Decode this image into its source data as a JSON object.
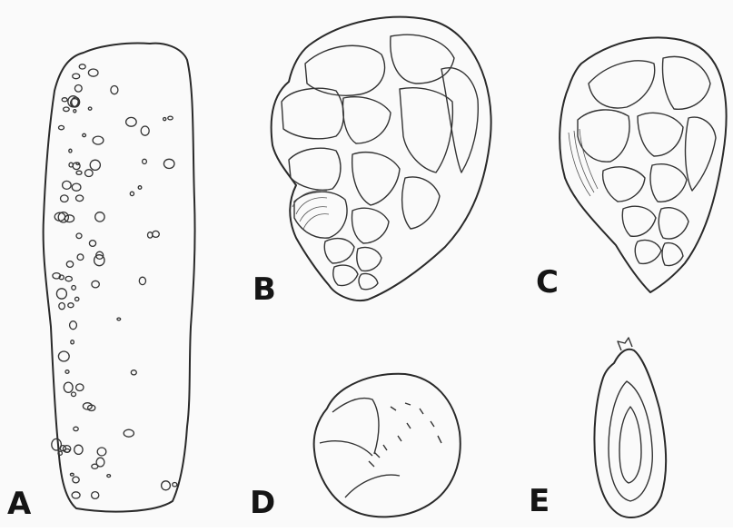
{
  "figure": {
    "panels": [
      {
        "id": "a",
        "label": "A"
      },
      {
        "id": "b",
        "label": "B"
      },
      {
        "id": "c",
        "label": "C"
      },
      {
        "id": "d",
        "label": "D"
      },
      {
        "id": "e",
        "label": "E"
      }
    ]
  }
}
